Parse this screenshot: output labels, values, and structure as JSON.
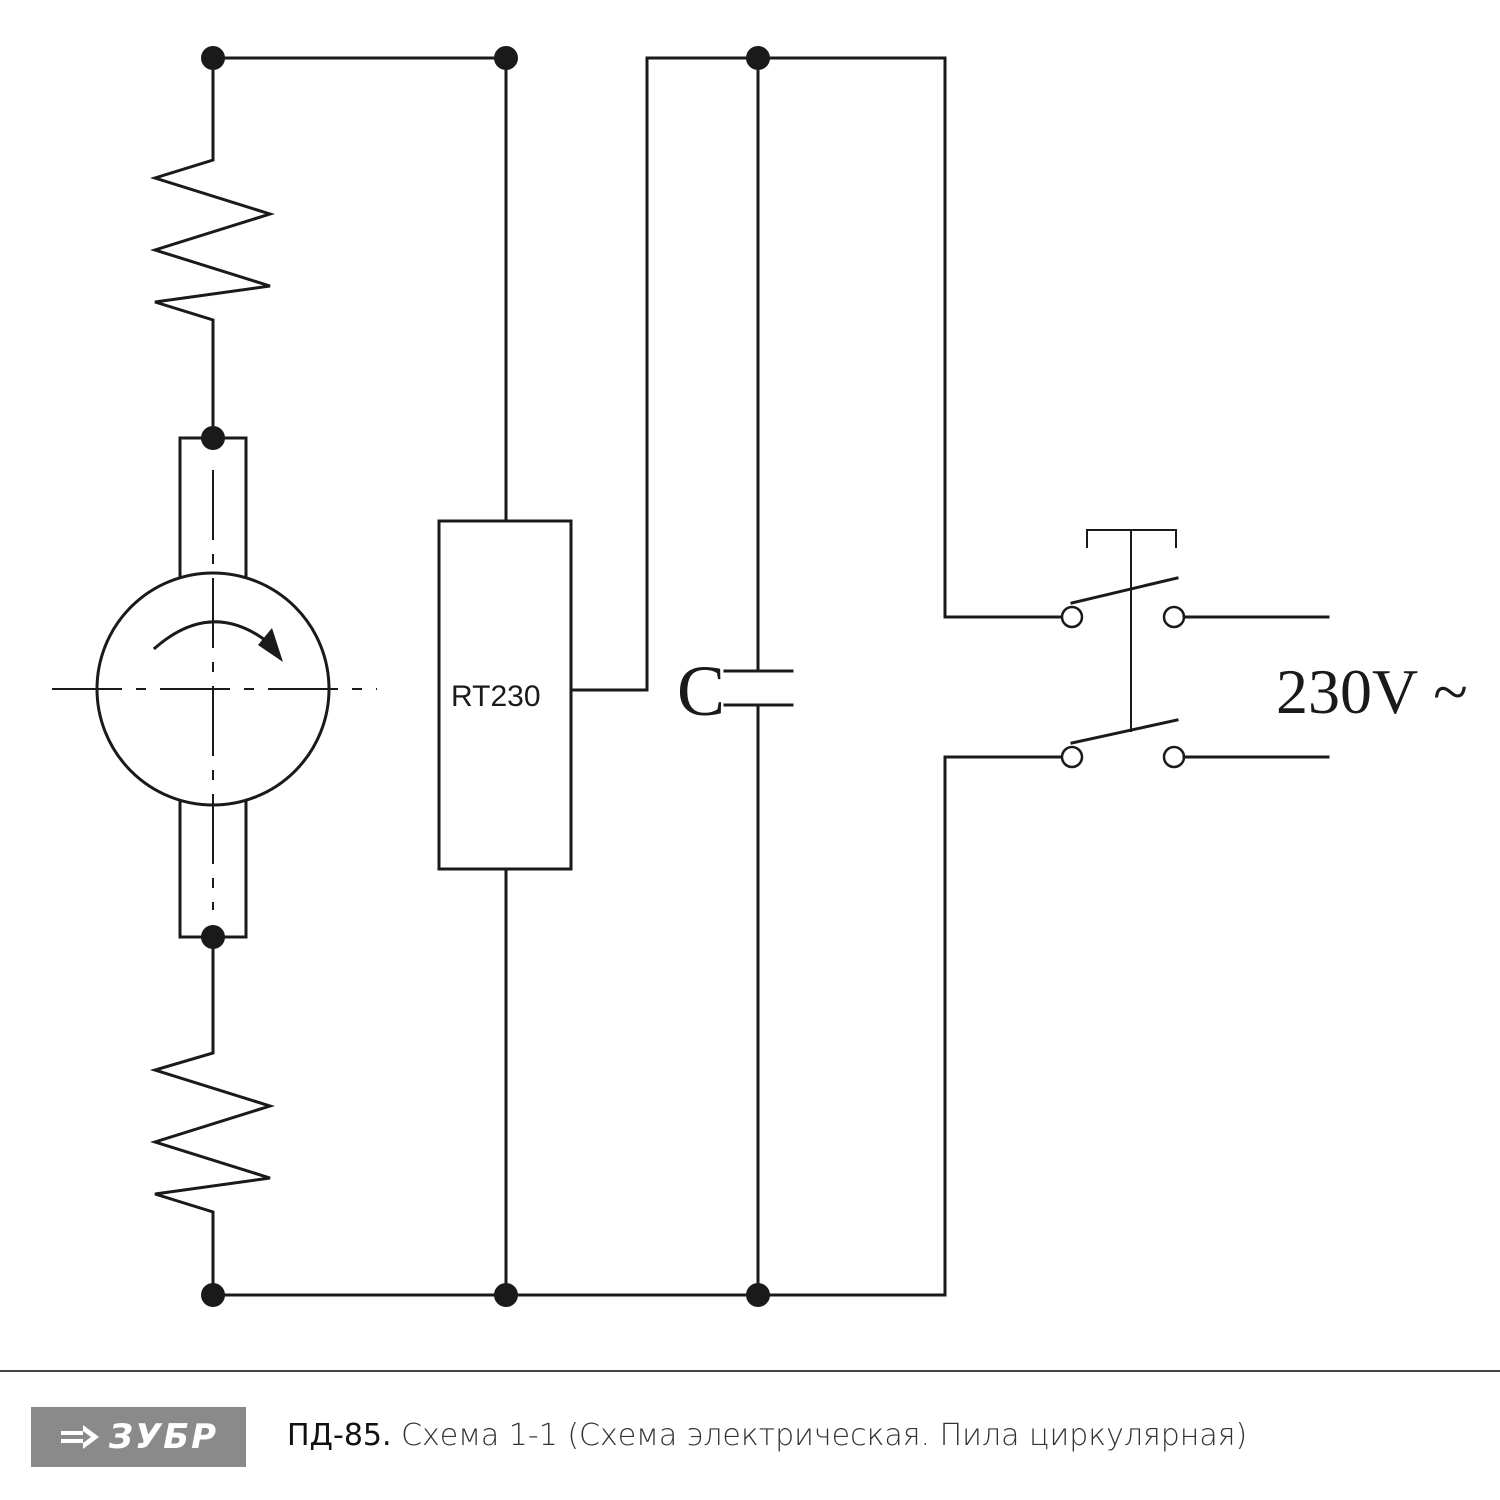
{
  "diagram": {
    "controller_label": "RT230",
    "capacitor_label": "C",
    "supply_label": "230V ~"
  },
  "footer": {
    "brand": "ЗУБР",
    "model": "ПД-85.",
    "description": "Схема 1-1 (Схема электрическая. Пила циркулярная)"
  },
  "colors": {
    "ink": "#1a1a1a",
    "logo_bg": "#8a8a8a"
  }
}
